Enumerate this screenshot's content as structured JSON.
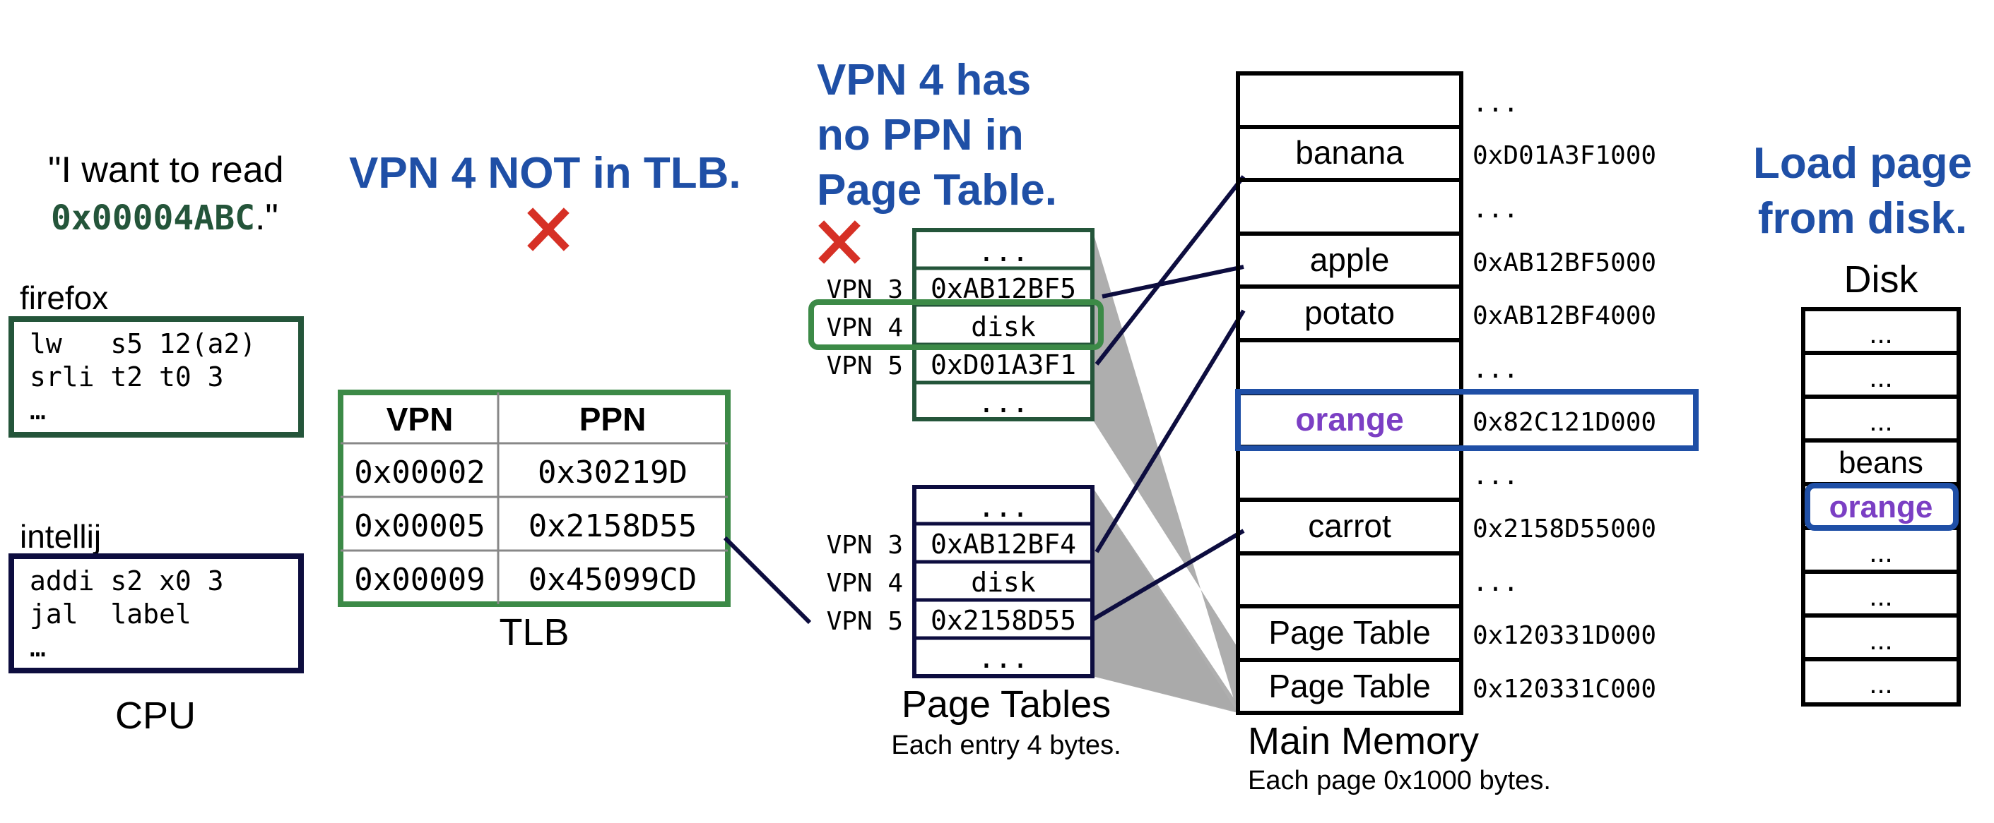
{
  "colors": {
    "blue": "#1f4fa6",
    "dark_green": "#24553a",
    "light_green": "#3c8a47",
    "navy": "#0d0d3f",
    "red": "#d63025",
    "purple": "#7b3fc4",
    "grey_fill": "#aaaaaa",
    "black": "#000000"
  },
  "cpu": {
    "quote_line1": "\"I want to read",
    "quote_address": "0x00004ABC",
    "quote_end": ".\"",
    "label": "CPU",
    "processes": [
      {
        "name": "firefox",
        "lines": [
          "lw   s5 12(a2)",
          "srli t2 t0 3",
          "…"
        ]
      },
      {
        "name": "intellij",
        "lines": [
          "addi s2 x0 3",
          "jal  label",
          "…"
        ]
      }
    ]
  },
  "tlb": {
    "headline": "VPN 4 NOT in TLB.",
    "miss_icon": "red-x-icon",
    "headers": [
      "VPN",
      "PPN"
    ],
    "rows": [
      [
        "0x00002",
        "0x30219D"
      ],
      [
        "0x00005",
        "0x2158D55"
      ],
      [
        "0x00009",
        "0x45099CD"
      ]
    ],
    "label": "TLB"
  },
  "page_tables": {
    "headline_lines": [
      "VPN 4 has",
      "no PPN in",
      "Page Table."
    ],
    "fault_icon": "red-x-icon",
    "label": "Page Tables",
    "note": "Each entry 4 bytes.",
    "tables": [
      {
        "cells": [
          "...",
          "0xAB12BF5",
          "disk",
          "0xD01A3F1",
          "..."
        ],
        "vpns": [
          "",
          "VPN 3",
          "VPN 4",
          "VPN 5",
          ""
        ],
        "highlight_index": 2
      },
      {
        "cells": [
          "...",
          "0xAB12BF4",
          "disk",
          "0x2158D55",
          "..."
        ],
        "vpns": [
          "",
          "VPN 3",
          "VPN 4",
          "VPN 5",
          ""
        ],
        "highlight_index": -1
      }
    ]
  },
  "memory": {
    "label": "Main Memory",
    "note": "Each page 0x1000 bytes.",
    "rows": [
      {
        "content": "",
        "address": "..."
      },
      {
        "content": "banana",
        "address": "0xD01A3F1000"
      },
      {
        "content": "",
        "address": "..."
      },
      {
        "content": "apple",
        "address": "0xAB12BF5000"
      },
      {
        "content": "potato",
        "address": "0xAB12BF4000"
      },
      {
        "content": "",
        "address": "..."
      },
      {
        "content": "orange",
        "address": "0x82C121D000"
      },
      {
        "content": "",
        "address": "..."
      },
      {
        "content": "carrot",
        "address": "0x2158D55000"
      },
      {
        "content": "",
        "address": "..."
      },
      {
        "content": "Page Table",
        "address": "0x120331D000"
      },
      {
        "content": "Page Table",
        "address": "0x120331C000"
      }
    ],
    "highlight_index": 6
  },
  "disk": {
    "headline_lines": [
      "Load page",
      "from disk."
    ],
    "label": "Disk",
    "cells": [
      "...",
      "...",
      "...",
      "beans",
      "orange",
      "...",
      "...",
      "...",
      "..."
    ],
    "highlight_index": 4
  }
}
